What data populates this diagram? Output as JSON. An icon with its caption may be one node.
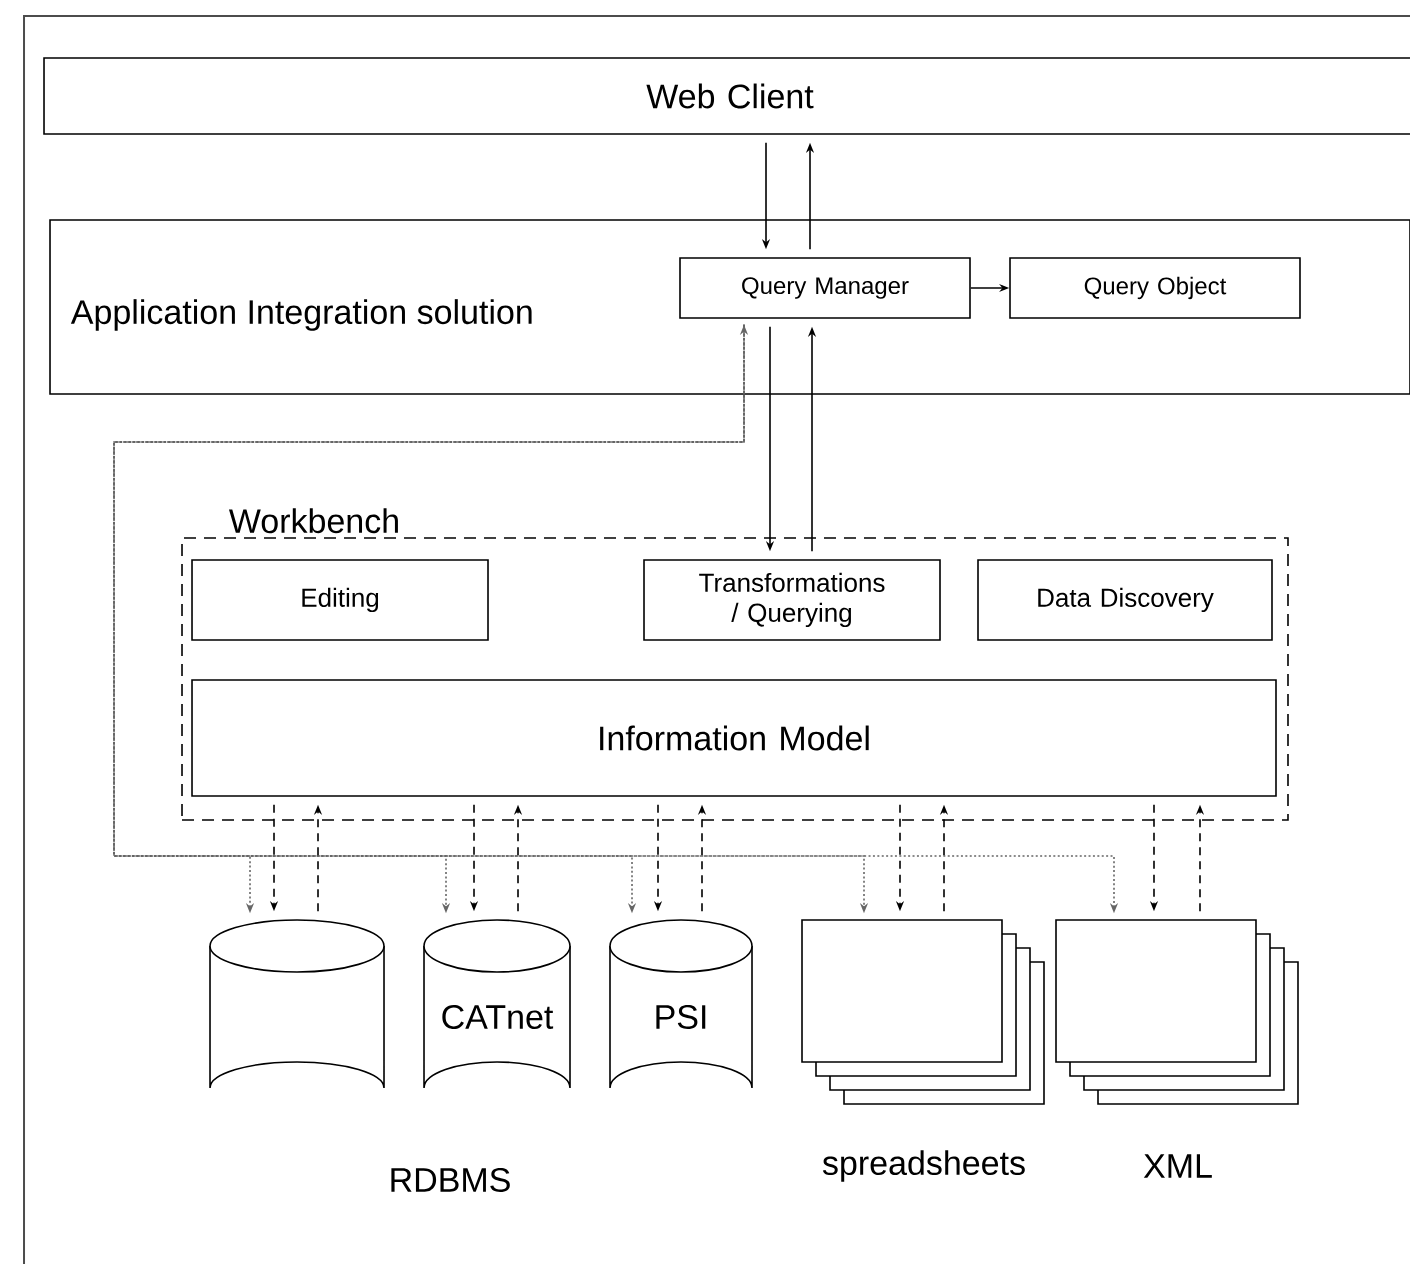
{
  "diagram": {
    "nodes": [
      {
        "text": [
          "Web Client"
        ]
      },
      {
        "text": [
          "Application Integration solution"
        ]
      },
      {
        "text": [
          "Query Manager"
        ],
        "in": 1
      },
      {
        "text": [
          "Query Object"
        ],
        "in": 1
      },
      {
        "text": [
          "Workbench"
        ]
      },
      {
        "text": [
          "Editing"
        ],
        "in": 4
      },
      {
        "text": [
          "Transformations / Querying"
        ],
        "in": 4
      },
      {
        "text": [
          "Data Discovery"
        ],
        "in": 4
      },
      {
        "text": [
          "Information Model"
        ],
        "in": 4
      },
      {
        "text": [],
        "shape": "cylinder"
      },
      {
        "text": [
          "CATnet"
        ]
      },
      {
        "text": [
          "PSI"
        ]
      },
      {
        "text": [],
        "shape": "box",
        "beside": [
          "spreadsheets"
        ]
      },
      {
        "text": [],
        "shape": "box",
        "beside": [
          "XML"
        ]
      }
    ],
    "edges": [
      {
        "from": 0,
        "to": 2,
        "arrow": "to"
      },
      {
        "from": 2,
        "to": 0,
        "arrow": "to"
      },
      {
        "from": 2,
        "to": 3,
        "arrow": "to"
      },
      {
        "from": 2,
        "to": 6,
        "arrow": "to"
      },
      {
        "from": 6,
        "to": 2,
        "arrow": "to"
      },
      {
        "from": 2,
        "to": 9,
        "arrow": "to",
        "style": "dashed",
        "color": "#666666"
      },
      {
        "from": 2,
        "to": 10,
        "arrow": "to",
        "style": "dashed",
        "color": "#666666"
      },
      {
        "from": 2,
        "to": 11,
        "arrow": "to",
        "style": "dashed",
        "color": "#666666"
      },
      {
        "from": 2,
        "to": 12,
        "arrow": "to",
        "style": "dashed",
        "color": "#666666"
      },
      {
        "from": 2,
        "to": 13,
        "arrow": "both",
        "style": "dashed",
        "color": "#666666"
      },
      {
        "from": 8,
        "to": 9,
        "arrow": "to",
        "style": "dashed"
      },
      {
        "from": 9,
        "to": 8,
        "arrow": "to",
        "style": "dashed"
      },
      {
        "from": 8,
        "to": 10,
        "arrow": "to",
        "style": "dashed"
      },
      {
        "from": 10,
        "to": 8,
        "arrow": "to",
        "style": "dashed"
      },
      {
        "from": 8,
        "to": 11,
        "arrow": "to",
        "style": "dashed"
      },
      {
        "from": 11,
        "to": 8,
        "arrow": "to",
        "style": "dashed"
      },
      {
        "from": 8,
        "to": 12,
        "arrow": "to",
        "style": "dashed"
      },
      {
        "from": 12,
        "to": 8,
        "arrow": "to",
        "style": "dashed"
      },
      {
        "from": 8,
        "to": 13,
        "arrow": "to",
        "style": "dashed"
      },
      {
        "from": 13,
        "to": 8,
        "arrow": "to",
        "style": "dashed"
      }
    ],
    "labels": [
      "RDBMS"
    ]
  }
}
